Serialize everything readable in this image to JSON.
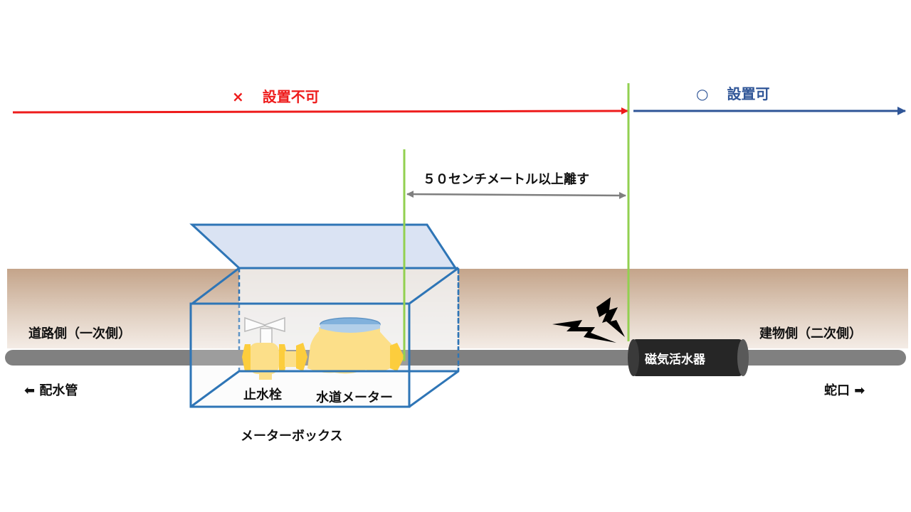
{
  "zones": {
    "not_allowed": {
      "mark": "×",
      "text": "設置不可"
    },
    "allowed": {
      "mark": "○",
      "text": "設置可"
    }
  },
  "distance_label": "５０センチメートル以上離す",
  "labels": {
    "road_side": "道路側（一次側）",
    "building_side": "建物側（二次側）",
    "distribution_pipe": "⬅ 配水管",
    "faucet": "蛇口 ➡",
    "stop_valve": "止水栓",
    "water_meter": "水道メーター",
    "meter_box": "メーターボックス",
    "device": "磁気活水器"
  },
  "colors": {
    "red_arrow": "#ee1c1c",
    "blue_arrow": "#2f5597",
    "boundary_line": "#92d050",
    "ground": "#c8a88e",
    "pipe": "#808080",
    "brass": "#ffd966",
    "box_outline": "#2e75b6"
  }
}
